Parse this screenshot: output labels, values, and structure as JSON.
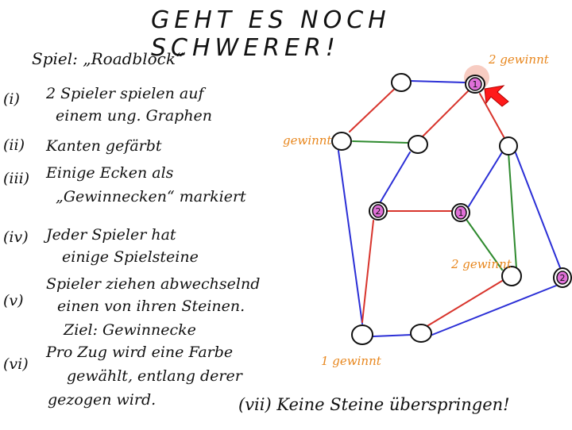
{
  "title": "GEHT ES NOCH SCHWERER!",
  "game_name": "Spiel: „Roadblock“",
  "rules": [
    {
      "num": "(i)",
      "lines": [
        "2 Spieler spielen auf",
        "einem ung. Graphen"
      ]
    },
    {
      "num": "(ii)",
      "lines": [
        "Kanten gefärbt"
      ]
    },
    {
      "num": "(iii)",
      "lines": [
        "Einige Ecken als",
        "„Gewinnecken“ markiert"
      ]
    },
    {
      "num": "(iv)",
      "lines": [
        "Jeder Spieler hat",
        "einige Spielsteine"
      ]
    },
    {
      "num": "(v)",
      "lines": [
        "Spieler ziehen abwechselnd",
        "einen von ihren Steinen.",
        "Ziel: Gewinnecke"
      ]
    },
    {
      "num": "(vi)",
      "lines": [
        "Pro Zug wird eine Farbe",
        "gewählt, entlang derer",
        "gezogen wird."
      ]
    }
  ],
  "rule_vii": "(vii) Keine Steine überspringen!",
  "win_labels": [
    "2 gewinnt",
    "gewinnt",
    "2 gewinnt",
    "1 gewinnt"
  ],
  "piece_labels": [
    "1",
    "2",
    "1",
    "2"
  ],
  "colors": {
    "red": "#d8342c",
    "blue": "#2b2fd6",
    "green": "#2e8a2e",
    "orange": "#e8871e",
    "pink": "#e070d8",
    "arrow": "#ff1a1a"
  }
}
